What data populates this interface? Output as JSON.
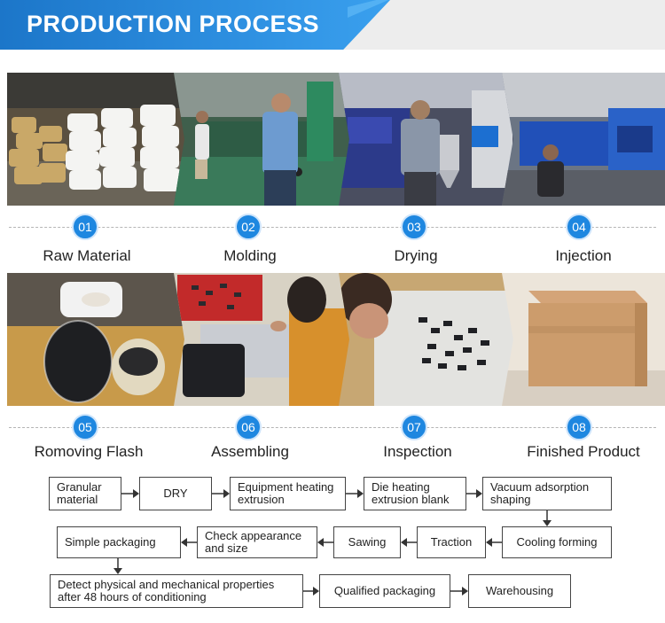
{
  "header": {
    "title": "PRODUCTION PROCESS"
  },
  "steps": [
    {
      "num": "01",
      "label": "Raw Material"
    },
    {
      "num": "02",
      "label": "Molding"
    },
    {
      "num": "03",
      "label": "Drying"
    },
    {
      "num": "04",
      "label": "Injection"
    },
    {
      "num": "05",
      "label": "Romoving Flash"
    },
    {
      "num": "06",
      "label": "Assembling"
    },
    {
      "num": "07",
      "label": "Inspection"
    },
    {
      "num": "08",
      "label": "Finished Product"
    }
  ],
  "flow": {
    "granular": "Granular material",
    "dry": "DRY",
    "equip": "Equipment heating extrusion",
    "die": "Die heating extrusion blank",
    "vacuum": "Vacuum adsorption shaping",
    "cooling": "Cooling forming",
    "traction": "Traction",
    "sawing": "Sawing",
    "check": "Check appearance and size",
    "simple": "Simple packaging",
    "detect": "Detect physical and mechanical properties after 48 hours of conditioning",
    "qualified": "Qualified packaging",
    "warehousing": "Warehousing"
  }
}
